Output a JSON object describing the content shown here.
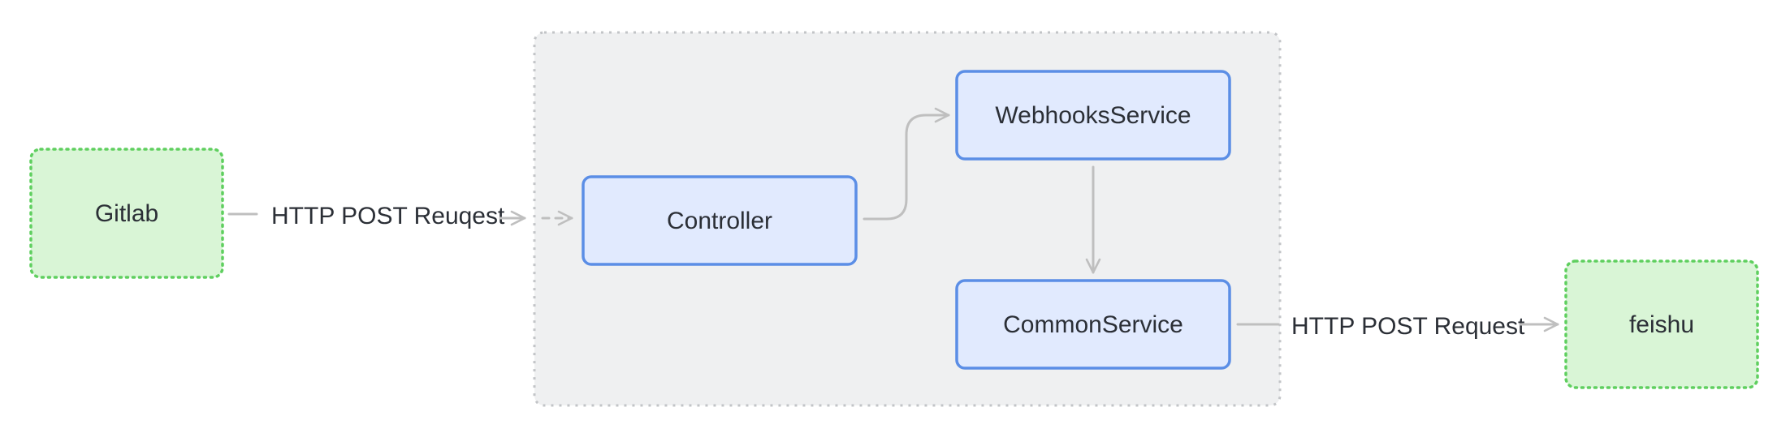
{
  "nodes": {
    "gitlab": {
      "label": "Gitlab"
    },
    "controller": {
      "label": "Controller"
    },
    "webhooks_service": {
      "label": "WebhooksService"
    },
    "common_service": {
      "label": "CommonService"
    },
    "feishu": {
      "label": "feishu"
    }
  },
  "edges": {
    "gitlab_to_controller": {
      "label": "HTTP POST Reuqest"
    },
    "common_to_feishu": {
      "label": "HTTP POST Request"
    }
  },
  "colors": {
    "external_fill": "#d9f5d6",
    "external_border": "#5fcf5f",
    "service_fill": "#e1eafe",
    "service_border": "#5b8ee6",
    "group_fill": "#eff0f1",
    "group_border": "#c2c4c7",
    "connector": "#bfbfbf",
    "text": "#2b2f36"
  }
}
